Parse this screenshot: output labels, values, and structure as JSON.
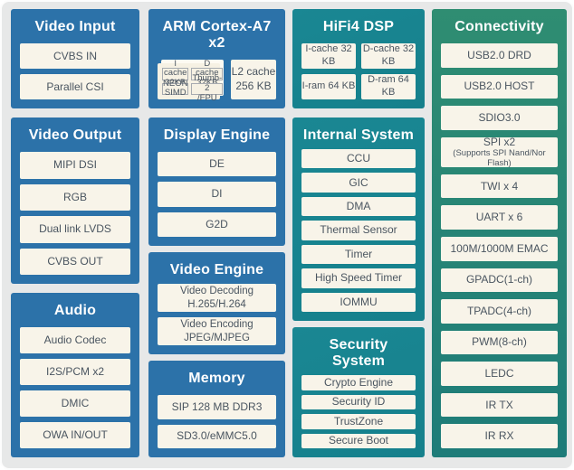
{
  "blocks": {
    "video_input": {
      "title": "Video Input",
      "items": [
        "CVBS IN",
        "Parallel CSI"
      ]
    },
    "video_output": {
      "title": "Video Output",
      "items": [
        "MIPI DSI",
        "RGB",
        "Dual link LVDS",
        "CVBS OUT"
      ]
    },
    "audio": {
      "title": "Audio",
      "items": [
        "Audio Codec",
        "I2S/PCM x2",
        "DMIC",
        "OWA IN/OUT"
      ]
    },
    "arm": {
      "title": "ARM Cortex-A7 x2",
      "mini_boxes": [
        {
          "l1": "I cache",
          "l2": "32KB"
        },
        {
          "l1": "D cache",
          "l2": "32KB"
        },
        {
          "l1": "NEON",
          "l2": "SIMD"
        },
        {
          "l1": "Thumb-2",
          "l2": "/FPU"
        }
      ],
      "l2_cache": {
        "l1": "L2 cache",
        "l2": "256 KB"
      }
    },
    "display_engine": {
      "title": "Display Engine",
      "items": [
        "DE",
        "DI",
        "G2D"
      ]
    },
    "video_engine": {
      "title": "Video Engine",
      "items": [
        {
          "l1": "Video Decoding",
          "l2": "H.265/H.264"
        },
        {
          "l1": "Video Encoding",
          "l2": "JPEG/MJPEG"
        }
      ]
    },
    "memory": {
      "title": "Memory",
      "items": [
        "SIP 128 MB DDR3",
        "SD3.0/eMMC5.0"
      ]
    },
    "hifi4_dsp": {
      "title": "HiFi4 DSP",
      "items": [
        "I-cache 32 KB",
        "D-cache 32 KB",
        "I-ram 64 KB",
        "D-ram 64 KB"
      ]
    },
    "internal_system": {
      "title": "Internal System",
      "items": [
        "CCU",
        "GIC",
        "DMA",
        "Thermal Sensor",
        "Timer",
        "High Speed Timer",
        "IOMMU"
      ]
    },
    "security_system": {
      "title": "Security System",
      "items": [
        "Crypto Engine",
        "Security ID",
        "TrustZone",
        "Secure Boot"
      ]
    },
    "connectivity": {
      "title": "Connectivity",
      "items": [
        {
          "label": "USB2.0 DRD"
        },
        {
          "label": "USB2.0 HOST"
        },
        {
          "label": "SDIO3.0"
        },
        {
          "label": "SPI x2",
          "sub": "(Supports SPI Nand/Nor Flash)"
        },
        {
          "label": "TWI x 4"
        },
        {
          "label": "UART x 6"
        },
        {
          "label": "100M/1000M EMAC"
        },
        {
          "label": "GPADC(1-ch)"
        },
        {
          "label": "TPADC(4-ch)"
        },
        {
          "label": "PWM(8-ch)"
        },
        {
          "label": "LEDC"
        },
        {
          "label": "IR TX"
        },
        {
          "label": "IR RX"
        }
      ]
    }
  },
  "colors": {
    "blue_block": "#2c72a9",
    "teal_block": "#17838f",
    "green_block_top": "#2f8d72",
    "green_block_bottom": "#1e7c79",
    "item_box_bg": "#f8f4e9",
    "item_text": "#4a5560",
    "canvas_bg": "#e7e8e8"
  }
}
